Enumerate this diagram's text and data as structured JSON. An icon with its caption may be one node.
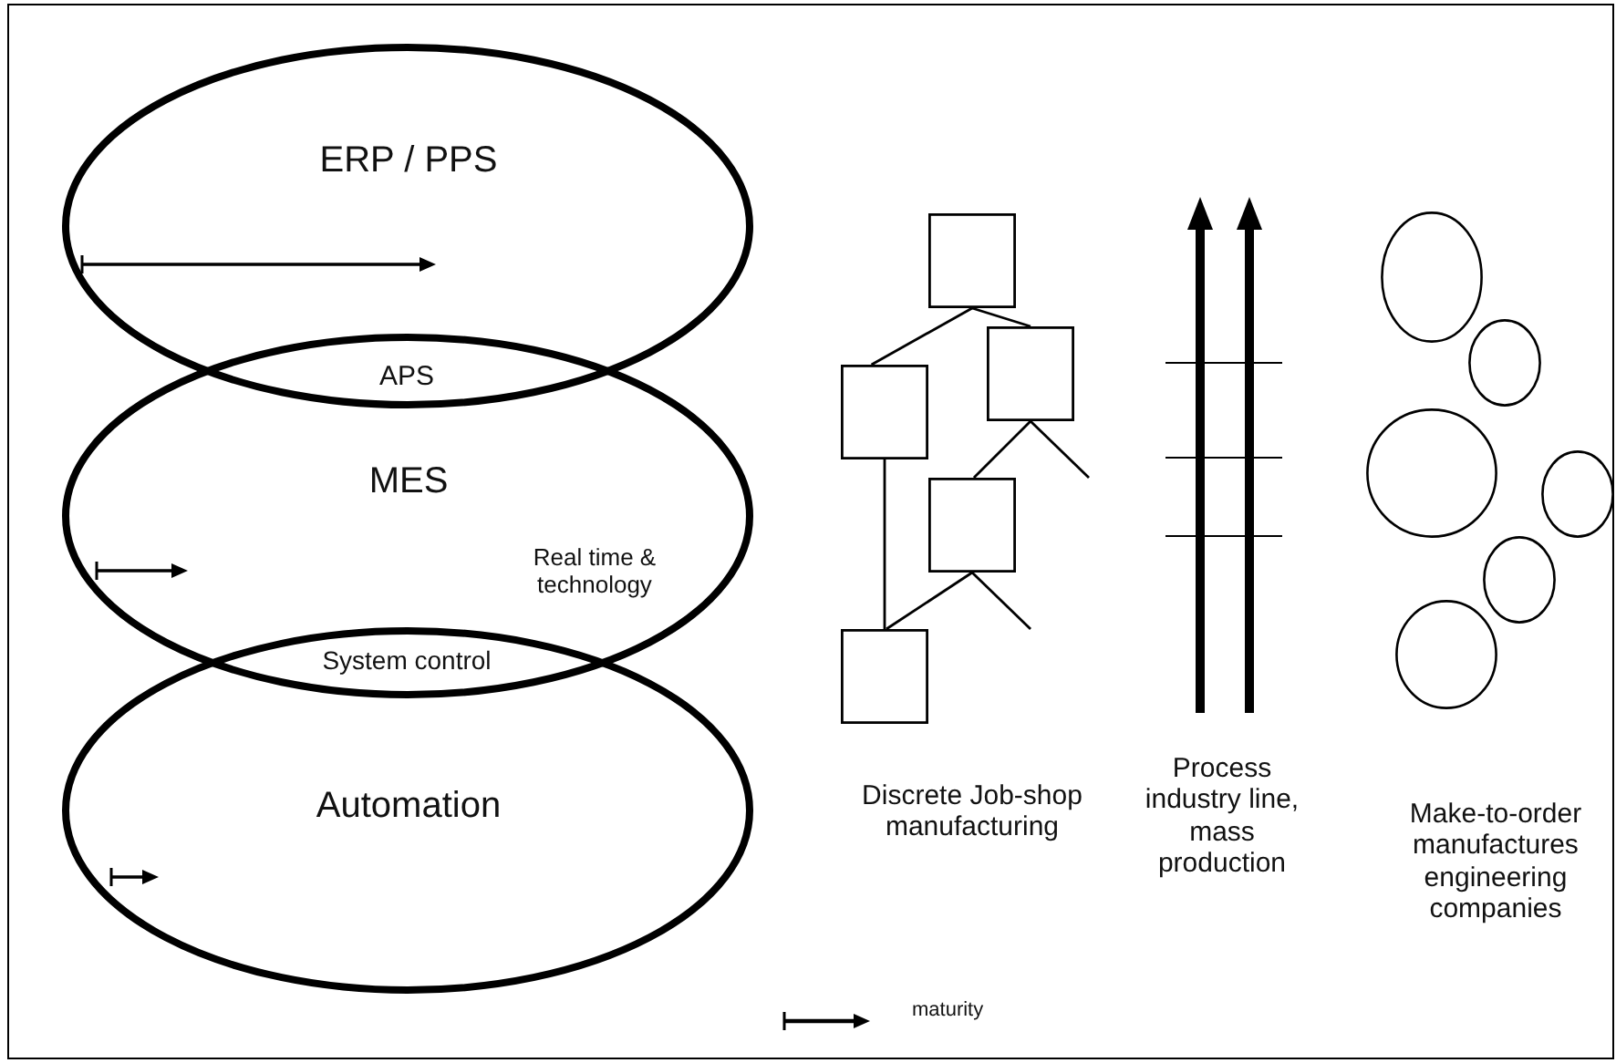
{
  "diagram": {
    "nodes": [
      {
        "text": [
          "ERP / PPS"
        ]
      },
      {
        "text": [
          "MES",
          "Real time & technology"
        ]
      },
      {
        "text": [
          "Automation"
        ]
      },
      {
        "text": [],
        "shape": "box"
      },
      {
        "text": [],
        "shape": "box"
      },
      {
        "text": [],
        "shape": "box"
      },
      {
        "text": [],
        "shape": "box"
      },
      {
        "text": [],
        "shape": "box"
      },
      {
        "text": [],
        "shape": "circle"
      },
      {
        "text": [],
        "shape": "circle"
      },
      {
        "text": [],
        "shape": "circle"
      },
      {
        "text": [],
        "shape": "circle"
      },
      {
        "text": [],
        "shape": "circle"
      },
      {
        "text": [],
        "shape": "circle"
      }
    ],
    "edges": [
      {
        "from": 3,
        "to": 5,
        "arrow": "none"
      },
      {
        "from": 3,
        "to": 4,
        "arrow": "none"
      },
      {
        "from": 4,
        "to": 6,
        "arrow": "none"
      },
      {
        "from": 4,
        "to": null,
        "arrow": "none"
      },
      {
        "from": 5,
        "to": 7,
        "arrow": "none"
      },
      {
        "from": 6,
        "to": 7,
        "arrow": "none"
      },
      {
        "from": 6,
        "to": null,
        "arrow": "none"
      }
    ],
    "labels": [
      "APS",
      "System control",
      "Discrete Job-shop manufacturing",
      "Process industry line, mass production",
      "Make-to-order manufactures engineering companies"
    ],
    "legend": [
      {
        "text": "maturity"
      }
    ]
  }
}
